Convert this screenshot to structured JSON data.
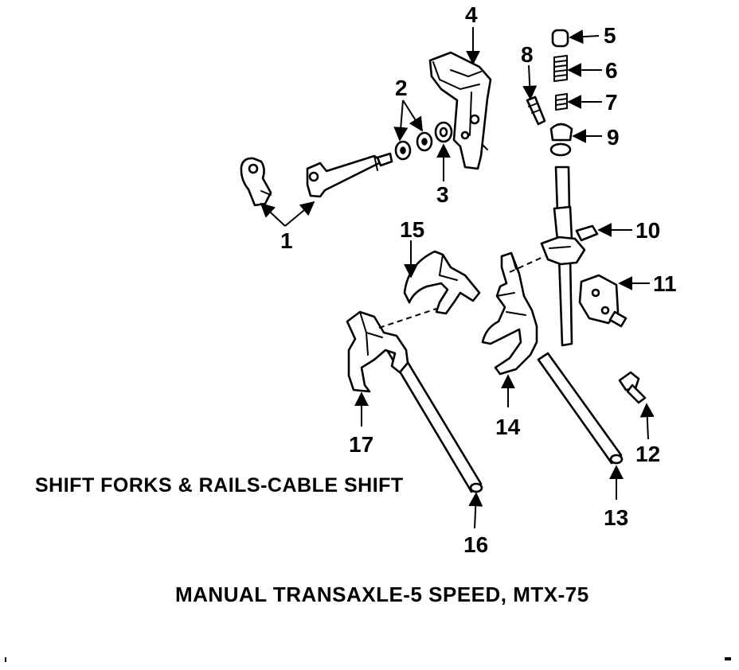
{
  "callouts": {
    "c1": "1",
    "c2": "2",
    "c3": "3",
    "c4": "4",
    "c5": "5",
    "c6": "6",
    "c7": "7",
    "c8": "8",
    "c9": "9",
    "c10": "10",
    "c11": "11",
    "c12": "12",
    "c13": "13",
    "c14": "14",
    "c15": "15",
    "c16": "16",
    "c17": "17"
  },
  "captions": {
    "subtitle": "SHIFT FORKS & RAILS-CABLE SHIFT",
    "title": "MANUAL TRANSAXLE-5 SPEED, MTX-75"
  }
}
